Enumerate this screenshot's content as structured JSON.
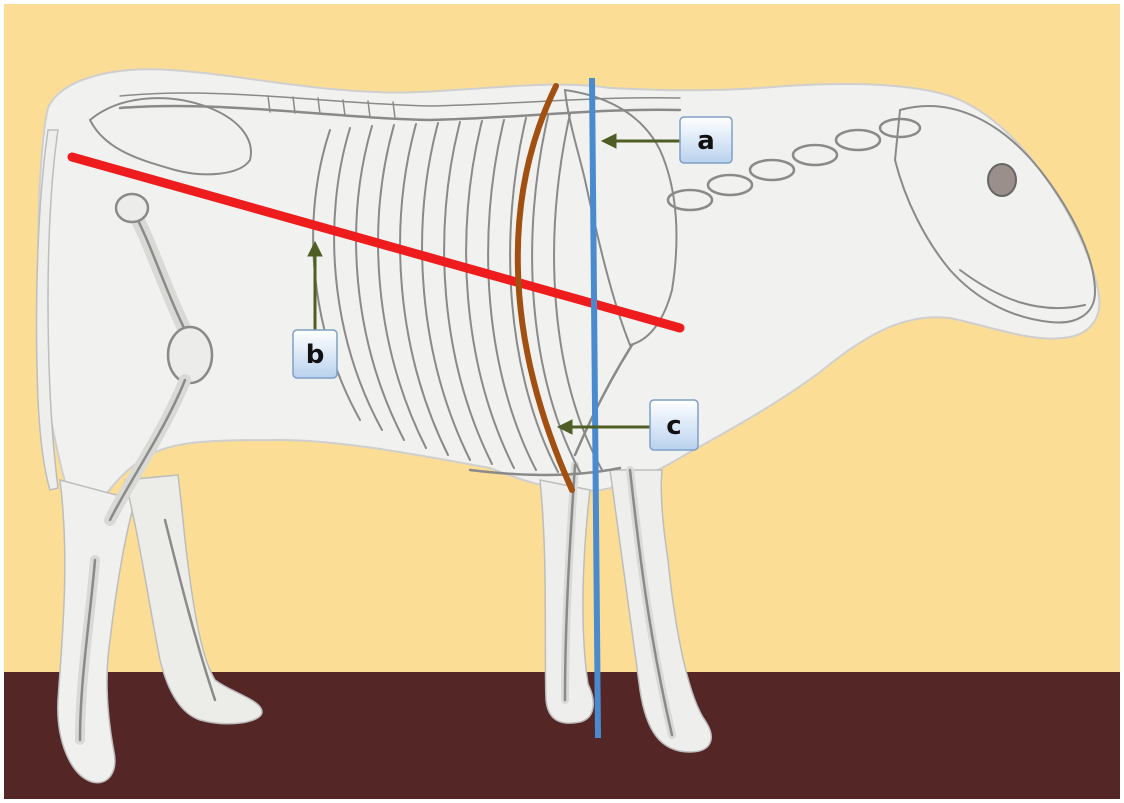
{
  "labels": {
    "a": "a",
    "b": "b",
    "c": "c"
  },
  "colors": {
    "background": "#fbdd96",
    "ground": "#542626",
    "body": "#f1f1ef",
    "bone_outline": "#8a8a8a",
    "line_body_length": "#ee1c1c",
    "line_height_at_withers": "#4a8bd0",
    "curve_heart_girth": "#a24f12",
    "arrow": "#4f5e25",
    "label_box": "#d6e6f8"
  }
}
